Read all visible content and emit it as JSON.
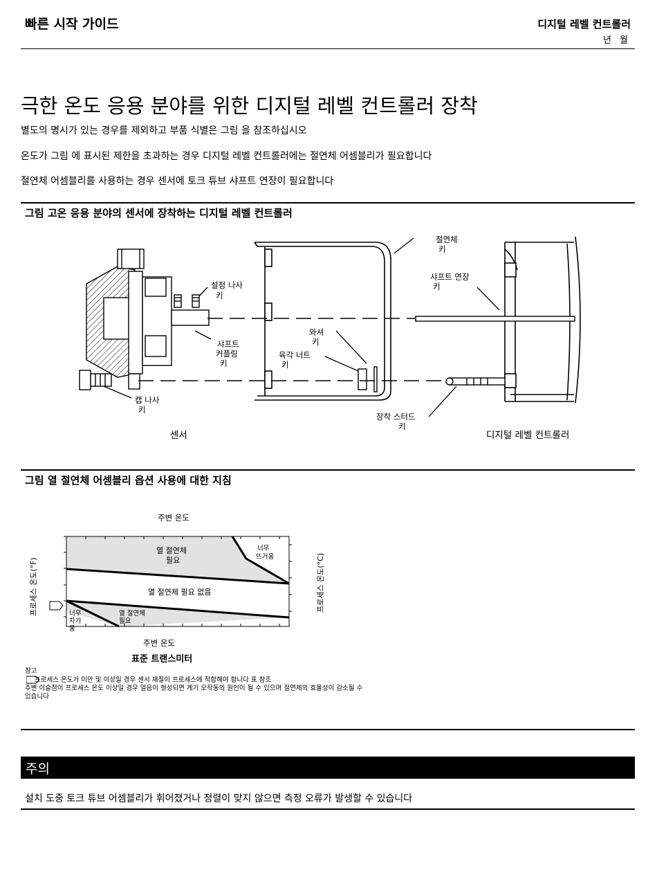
{
  "header": {
    "left_title": "빠른 시작 가이드",
    "right_title": "디지털 레벨 컨트롤러",
    "date": "년 월"
  },
  "section": {
    "title": "극한 온도 응용 분야를 위한 디지털 레벨 컨트롤러 장착",
    "paragraphs": [
      "별도의 명시가 있는 경우를 제외하고 부품 식별은 그림   을 참조하십시오",
      "온도가 그림   에 표시된 제한을 초과하는 경우 디지털 레벨 컨트롤러에는 절연체 어셈블리가 필요합니다",
      "절연체 어셈블리를 사용하는 경우       센서에 토크 튜브 샤프트 연장이 필요합니다"
    ]
  },
  "figure1": {
    "title": "그림     고온 응용 분야의 센서에 장착하는 디지털 레벨 컨트롤러",
    "labels": {
      "set_screw": "설정 나사",
      "set_screw_key": "키",
      "shaft_coupling_1": "샤프트",
      "shaft_coupling_2": "커플링",
      "shaft_coupling_key": "키",
      "cap_screw": "캡 나사",
      "cap_screw_key": "키",
      "insulator": "절연체",
      "insulator_key": "키",
      "shaft_extension": "샤프트 연장",
      "shaft_extension_key": "키",
      "washer": "와셔",
      "washer_key": "키",
      "hex_nut": "육각 너트",
      "hex_nut_key": "키",
      "mounting_stud": "장착 스터드",
      "mounting_stud_key": "키",
      "sensor_caption": "센서",
      "controller_caption": "디지털 레벨 컨트롤러"
    }
  },
  "figure2": {
    "title": "그림     열 절연체 어셈블리 옵션  사용에 대한 지침",
    "top_axis_label": "주변 온도",
    "bottom_axis_label": "주변 온도",
    "left_axis_label": "프로세스 온도(°F)",
    "right_axis_label": "프로세스 온도(°C)",
    "region_insulator_needed_1": "열 절연체",
    "region_insulator_needed_2": "필요",
    "region_too_hot_1": "너무",
    "region_too_hot_2": "뜨거움",
    "region_no_insulator": "열 절연체 필요 없음",
    "region_insulator_needed_low_1": "열 절연체",
    "region_insulator_needed_low_2": "필요",
    "region_too_cold_1": "너무",
    "region_too_cold_2": "차가",
    "region_too_cold_3": "움",
    "subtitle": "표준 트랜스미터",
    "note_label": "참고",
    "note_line1": "   프로세스 온도가                    미만 및                      이상일 경우 센서 재질이 프로세스에 적합해야 합니다 표    참조",
    "note_line2": "    주변 이슬점이 프로세스 온도 이상일 경우 얼음이 형성되면 계기 오작동의 원인이 될 수 있으며 절연체의 효율성이 감소될 수",
    "note_line3": "있습니다",
    "colors": {
      "shade": "#e2e2e2",
      "line": "#000000"
    }
  },
  "caution": {
    "title": "주의",
    "text": "설치 도중 토크 튜브 어셈블리가 휘어졌거나 정렬이 맞지 않으면 측정 오류가 발생할 수 있습니다"
  }
}
